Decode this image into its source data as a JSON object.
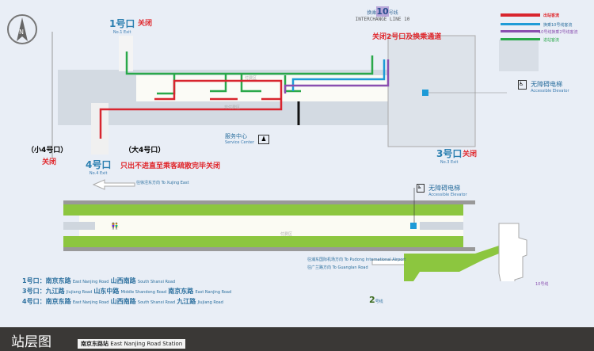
{
  "compass": "N",
  "legend": [
    {
      "label": "出站客流",
      "color": "#d8252e"
    },
    {
      "label": "换乘10号线客流",
      "color": "#1e9bd7"
    },
    {
      "label": "10号线换乘2号线客流",
      "color": "#8a4fb0"
    },
    {
      "label": "进站客流",
      "color": "#2aa84a"
    }
  ],
  "interchange": {
    "num": "10",
    "cn_prefix": "换乘",
    "cn_suffix": "号线",
    "en": "INTERCHANGE LINE 10"
  },
  "notices": {
    "exit1": "关闭",
    "exit2": "关闭2号口及换乘通道",
    "exit3": "关闭",
    "small4": "关闭",
    "exit4": "只出不进直至乘客疏散完毕关闭"
  },
  "exits": {
    "e1_cn": "1号口",
    "e1_en": "No.1 Exit",
    "e3_cn": "3号口",
    "e3_en": "No.3 Exit",
    "e4_cn": "4号口",
    "e4_en": "No.4 Exit",
    "small4": "（小4号口）",
    "big4": "（大4号口）"
  },
  "facilities": {
    "service_cn": "服务中心",
    "service_en": "Service Center",
    "elevator_cn": "无障碍电梯",
    "elevator_en": "Accessible Elevator",
    "paid": "付费区",
    "nonpaid": "非付费区"
  },
  "directions": {
    "west": "往徐泾东方向 To Xujing East",
    "east1": "往浦东国际机场方向 To Pudong International Airport",
    "east2": "往广兰路方向 To Guanglan Road"
  },
  "lines": {
    "line2": "2",
    "line2_suffix": "号线",
    "line10": "10号线"
  },
  "exit_roads": [
    {
      "exit": "1号口：",
      "parts": [
        [
          "南京东路",
          "East Nanjing Road"
        ],
        [
          "山西南路",
          "South Shanxi Road"
        ]
      ]
    },
    {
      "exit": "3号口：",
      "parts": [
        [
          "九江路",
          "Jiujiang Road"
        ],
        [
          "山东中路",
          "Middle Shandong Road"
        ],
        [
          "南京东路",
          "East Nanjing Road"
        ]
      ]
    },
    {
      "exit": "4号口：",
      "parts": [
        [
          "南京东路",
          "East Nanjing Road"
        ],
        [
          "山西南路",
          "South Shanxi Road"
        ],
        [
          "九江路",
          "Jiujiang Road"
        ]
      ]
    }
  ],
  "footer": {
    "title": "站层图",
    "station_cn": "南京东路站",
    "station_en": "East Nanjing Road Station"
  }
}
